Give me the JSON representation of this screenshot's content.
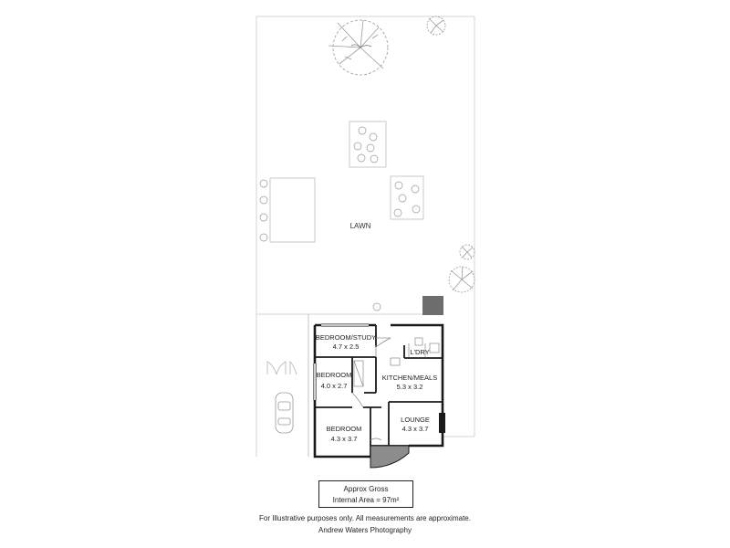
{
  "rooms": {
    "lawn": "LAWN",
    "bedroom_study": {
      "name": "BEDROOM/STUDY",
      "size": "4.7 x 2.5"
    },
    "laundry": {
      "name": "L'DRY"
    },
    "bedroom2": {
      "name": "BEDROOM",
      "size": "4.0 x 2.7"
    },
    "kitchen_meals": {
      "name": "KITCHEN/MEALS",
      "size": "5.3 x 3.2"
    },
    "bedroom1": {
      "name": "BEDROOM",
      "size": "4.3 x 3.7"
    },
    "lounge": {
      "name": "LOUNGE",
      "size": "4.3 x 3.7"
    }
  },
  "area_box": {
    "line1": "Approx Gross",
    "line2": "Internal Area = 97m²"
  },
  "footer": {
    "disclaimer": "For Illustrative purposes only.  All measurements are approximate.",
    "credit": "Andrew Waters Photography"
  }
}
